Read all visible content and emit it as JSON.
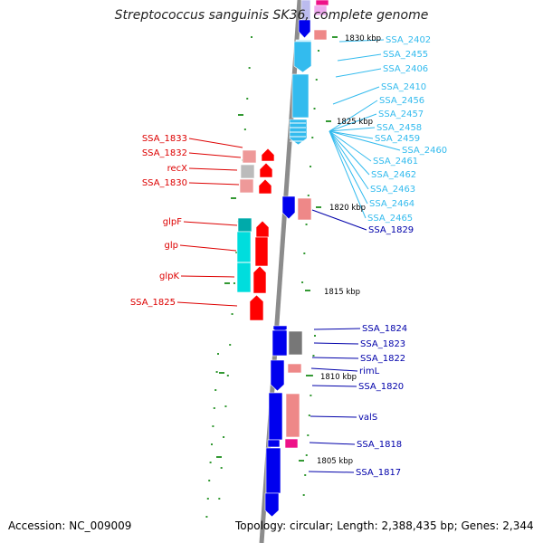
{
  "title": "Streptococcus sanguinis SK36, complete genome",
  "footer": {
    "accession": "Accession: NC_009009",
    "topology": "Topology: circular; Length: 2,388,435 bp; Genes: 2,344"
  },
  "colors": {
    "backbone": "#888888",
    "tick": "#339933",
    "red": "#ff0000",
    "pink": "#ee7777",
    "blue": "#0000ee",
    "cyan": "#00dddd",
    "skyblue": "#33bbee",
    "gray": "#777777",
    "magenta": "#ee1188",
    "label_red": "#dd0000",
    "label_blue": "#0000aa",
    "label_cyan": "#33bbee"
  },
  "kbp_markers": [
    "1830 kbp",
    "1825 kbp",
    "1820 kbp",
    "1815 kbp",
    "1810 kbp",
    "1805 kbp"
  ],
  "left_labels": [
    "SSA_1833",
    "SSA_1832",
    "recX",
    "SSA_1830",
    "glpF",
    "glp",
    "glpK",
    "SSA_1825"
  ],
  "right_cyan_labels": [
    "SSA_2402",
    "SSA_2455",
    "SSA_2406",
    "SSA_2410",
    "SSA_2456",
    "SSA_2457",
    "SSA_2458",
    "SSA_2459",
    "SSA_2460",
    "SSA_2461",
    "SSA_2462",
    "SSA_2463",
    "SSA_2464",
    "SSA_2465"
  ],
  "right_blue_labels": [
    "SSA_1829",
    "SSA_1824",
    "SSA_1823",
    "SSA_1822",
    "rimL",
    "SSA_1820",
    "valS",
    "SSA_1818",
    "SSA_1817"
  ]
}
